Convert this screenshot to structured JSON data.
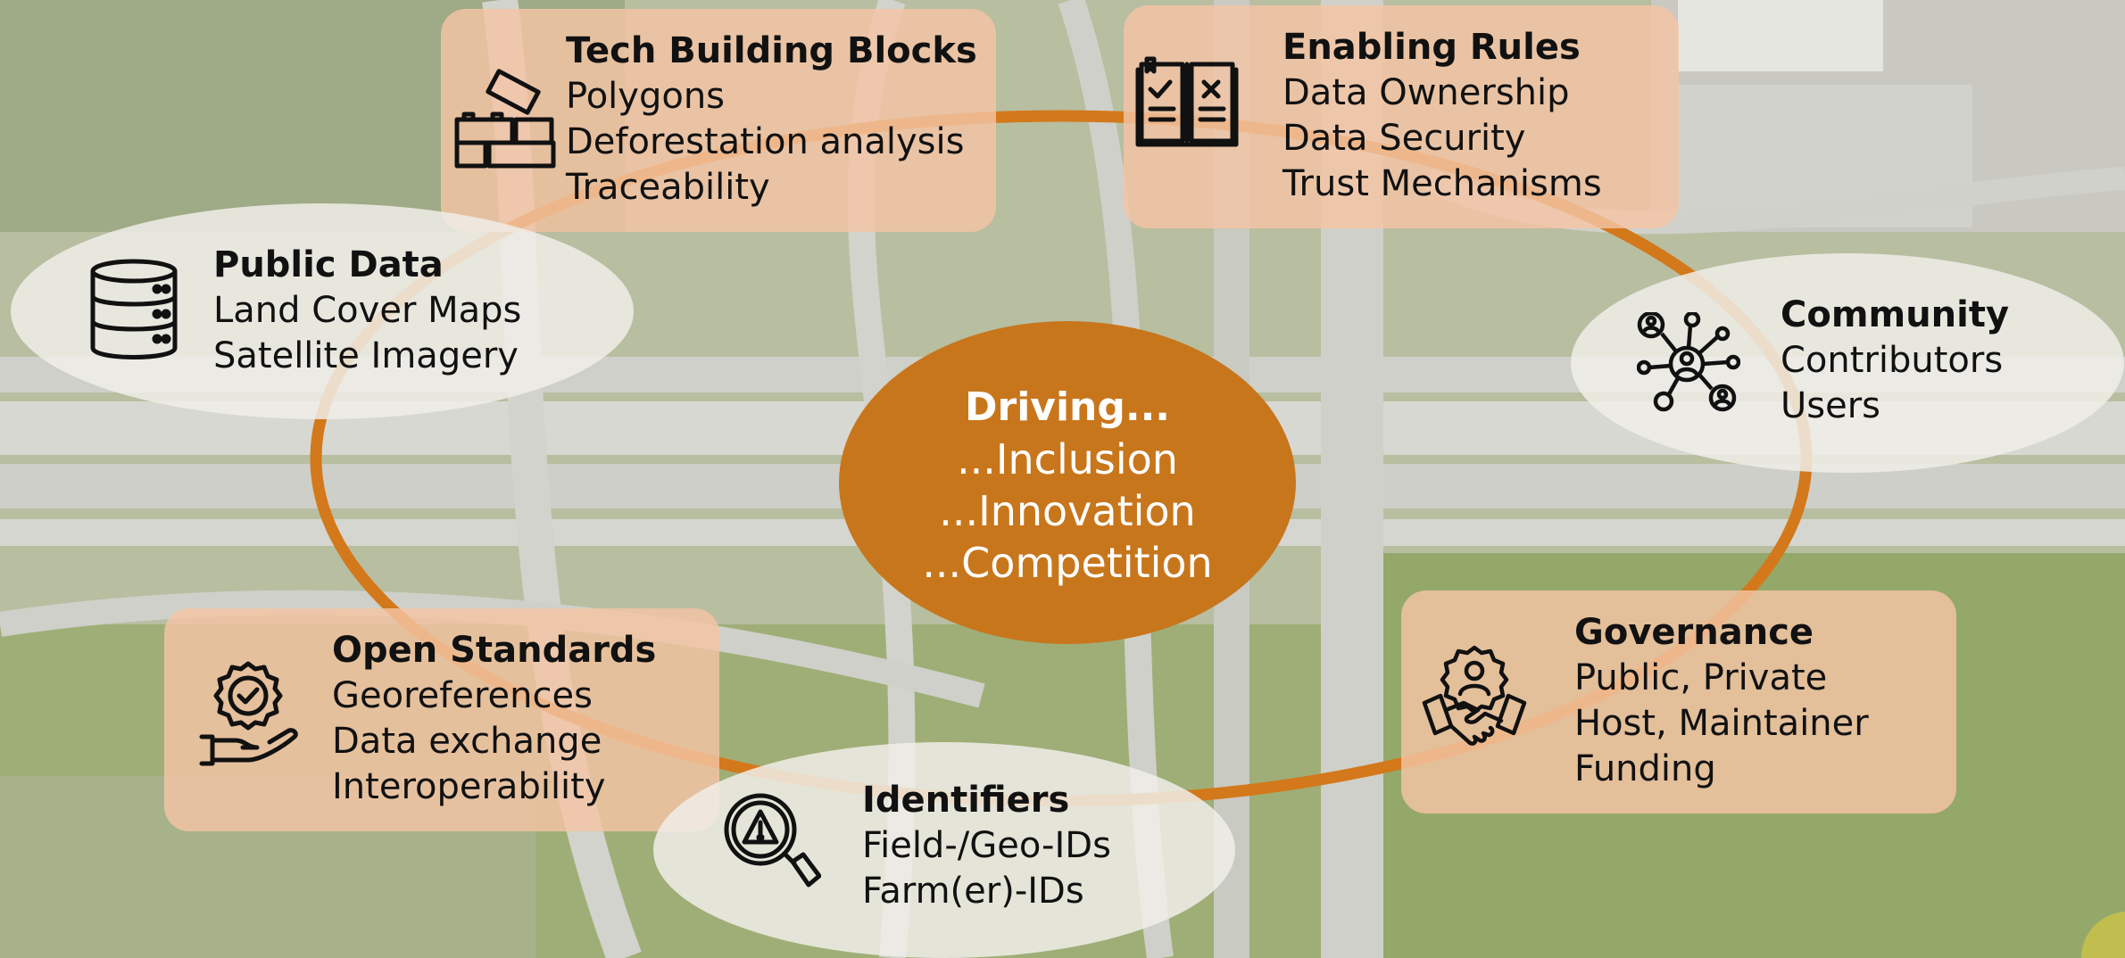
{
  "center": {
    "title": "Driving...",
    "lines": [
      "...Inclusion",
      "...Innovation",
      "...Competition"
    ]
  },
  "nodes": {
    "tech": {
      "title": "Tech Building Blocks",
      "items": [
        "Polygons",
        "Deforestation analysis",
        "Traceability"
      ],
      "icon": "building-blocks-icon"
    },
    "rules": {
      "title": "Enabling Rules",
      "items": [
        "Data Ownership",
        "Data Security",
        "Trust Mechanisms"
      ],
      "icon": "rulebook-icon"
    },
    "public": {
      "title": "Public Data",
      "items": [
        "Land Cover Maps",
        "Satellite Imagery"
      ],
      "icon": "database-icon"
    },
    "community": {
      "title": "Community",
      "items": [
        "Contributors",
        "Users"
      ],
      "icon": "network-people-icon"
    },
    "standards": {
      "title": "Open Standards",
      "items": [
        "Georeferences",
        "Data exchange",
        "Interoperability"
      ],
      "icon": "hand-badge-icon"
    },
    "governance": {
      "title": "Governance",
      "items": [
        "Public, Private",
        "Host, Maintainer",
        "Funding"
      ],
      "icon": "handshake-gear-icon"
    },
    "identifiers": {
      "title": "Identifiers",
      "items": [
        "Field-/Geo-IDs",
        "Farm(er)-IDs"
      ],
      "icon": "magnifier-warning-icon"
    }
  },
  "colors": {
    "ring": "#d3781b",
    "center_fill": "#c8761c",
    "box_fill": "#f4c4a5",
    "oval_fill": "#f0eee8"
  }
}
